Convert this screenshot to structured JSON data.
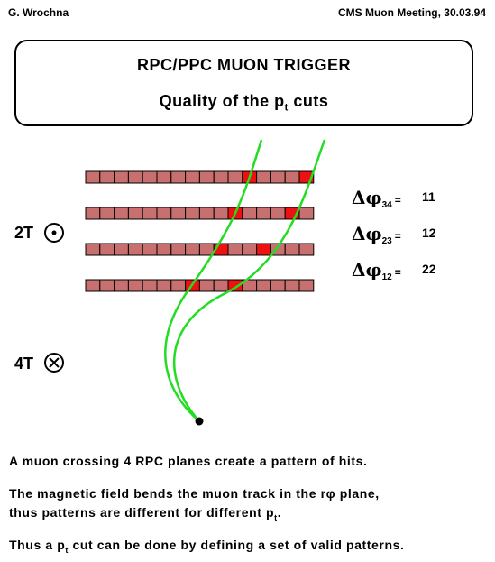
{
  "header": {
    "author": "G. Wrochna",
    "meeting": "CMS Muon Meeting,  30.03.94"
  },
  "title": {
    "line1": "RPC/PPC MUON TRIGGER",
    "line2_prefix": "Quality of the p",
    "line2_sub": "t",
    "line2_suffix": " cuts"
  },
  "field": {
    "inner": "2T",
    "outer": "4T",
    "inner_symbol": "dot-out-of-plane",
    "outer_symbol": "cross-into-plane"
  },
  "planes": {
    "cells_per_plane": 16,
    "cell_color": "#c87070",
    "hit_color": "#ee1111",
    "hits": [
      [
        11,
        15
      ],
      [
        10,
        14
      ],
      [
        9,
        12
      ],
      [
        7,
        10
      ]
    ]
  },
  "track_color": "#22dd22",
  "deltas": [
    {
      "symbol": "Δφ",
      "sub": "34",
      "eq": "=",
      "value": "11"
    },
    {
      "symbol": "Δφ",
      "sub": "23",
      "eq": "=",
      "value": "12"
    },
    {
      "symbol": "Δφ",
      "sub": "12",
      "eq": "=",
      "value": "22"
    }
  ],
  "text": {
    "p1": "A muon crossing 4 RPC planes create a pattern of hits.",
    "p2_line1": "The magnetic field bends the muon track in the rφ plane,",
    "p2_line2_prefix": "thus patterns are different for different p",
    "p2_line2_sub": "t",
    "p2_line2_suffix": ".",
    "p3_prefix": "Thus a p",
    "p3_sub": "t",
    "p3_suffix": " cut can be done by defining a set of valid patterns."
  }
}
